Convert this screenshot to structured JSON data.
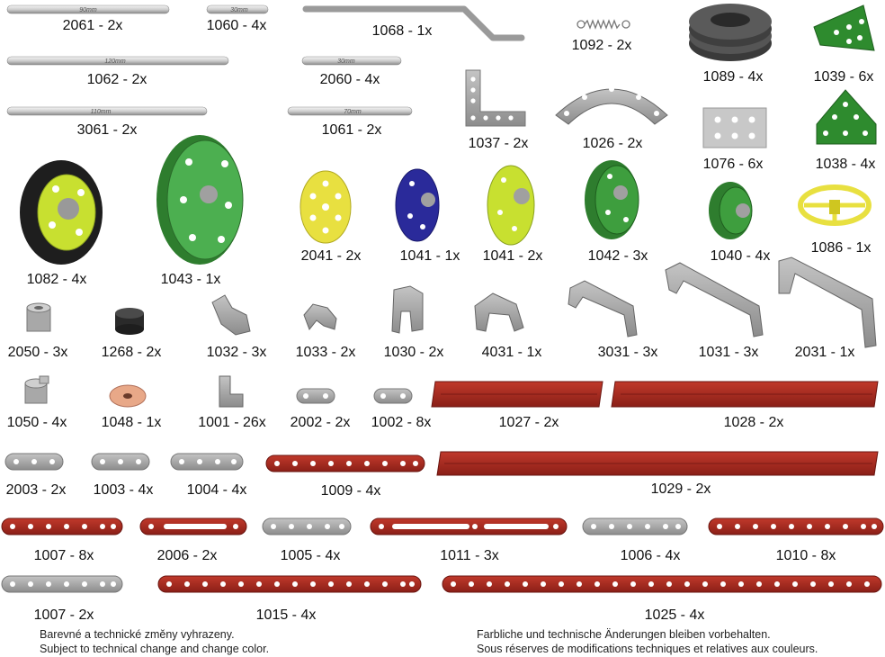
{
  "parts": {
    "p2061": {
      "code": "2061 - 2x",
      "mark": "90mm"
    },
    "p1060": {
      "code": "1060 - 4x",
      "mark": "30mm"
    },
    "p1068": {
      "code": "1068 - 1x"
    },
    "p1092": {
      "code": "1092 - 2x"
    },
    "p1089": {
      "code": "1089 - 4x"
    },
    "p1039": {
      "code": "1039 - 6x"
    },
    "p1062": {
      "code": "1062 - 2x",
      "mark": "120mm"
    },
    "p2060": {
      "code": "2060 - 4x",
      "mark": "30mm"
    },
    "p1037": {
      "code": "1037 - 2x"
    },
    "p1026": {
      "code": "1026 - 2x"
    },
    "p1076": {
      "code": "1076 - 6x"
    },
    "p1038": {
      "code": "1038 - 4x"
    },
    "p3061": {
      "code": "3061 - 2x",
      "mark": "110mm"
    },
    "p1061": {
      "code": "1061 - 2x",
      "mark": "70mm"
    },
    "p1082": {
      "code": "1082 - 4x"
    },
    "p1043": {
      "code": "1043 - 1x"
    },
    "p2041": {
      "code": "2041 - 2x"
    },
    "p1041a": {
      "code": "1041 - 1x"
    },
    "p1041b": {
      "code": "1041 - 2x"
    },
    "p1042": {
      "code": "1042 - 3x"
    },
    "p1040": {
      "code": "1040 - 4x"
    },
    "p1086": {
      "code": "1086 - 1x"
    },
    "p2050": {
      "code": "2050 - 3x"
    },
    "p1268": {
      "code": "1268 - 2x"
    },
    "p1032": {
      "code": "1032 - 3x"
    },
    "p1033": {
      "code": "1033 - 2x"
    },
    "p1030": {
      "code": "1030 - 2x"
    },
    "p4031": {
      "code": "4031 - 1x"
    },
    "p3031": {
      "code": "3031 - 3x"
    },
    "p1031": {
      "code": "1031 - 3x"
    },
    "p2031": {
      "code": "2031 - 1x"
    },
    "p1050": {
      "code": "1050 - 4x"
    },
    "p1048": {
      "code": "1048 - 1x"
    },
    "p1001": {
      "code": "1001 - 26x"
    },
    "p2002": {
      "code": "2002 - 2x"
    },
    "p1002": {
      "code": "1002 - 8x"
    },
    "p1027": {
      "code": "1027 - 2x"
    },
    "p1028": {
      "code": "1028 - 2x"
    },
    "p2003": {
      "code": "2003 - 2x"
    },
    "p1003": {
      "code": "1003 - 4x"
    },
    "p1004": {
      "code": "1004 - 4x"
    },
    "p1009": {
      "code": "1009 - 4x"
    },
    "p1029": {
      "code": "1029 - 2x"
    },
    "p1007a": {
      "code": "1007 - 8x"
    },
    "p2006": {
      "code": "2006 - 2x"
    },
    "p1005": {
      "code": "1005 - 4x"
    },
    "p1011": {
      "code": "1011 - 3x"
    },
    "p1006": {
      "code": "1006 - 4x"
    },
    "p1010": {
      "code": "1010 - 8x"
    },
    "p1007b": {
      "code": "1007 - 2x"
    },
    "p1015": {
      "code": "1015 - 4x"
    },
    "p1025": {
      "code": "1025 - 4x"
    }
  },
  "notes": {
    "cz": "Barevné a technické změny vyhrazeny.",
    "en": "Subject to technical change and change color.",
    "de": "Farbliche und technische Änderungen bleiben vorbehalten.",
    "fr": "Sous réserves de modifications techniques et relatives aux couleurs."
  },
  "colors": {
    "red": "#a52a22",
    "green": "#2e8b2e",
    "lightgreen": "#c8e030",
    "yellow": "#e8e040",
    "blue": "#2a2a9a",
    "grey": "#a8a8a8"
  }
}
